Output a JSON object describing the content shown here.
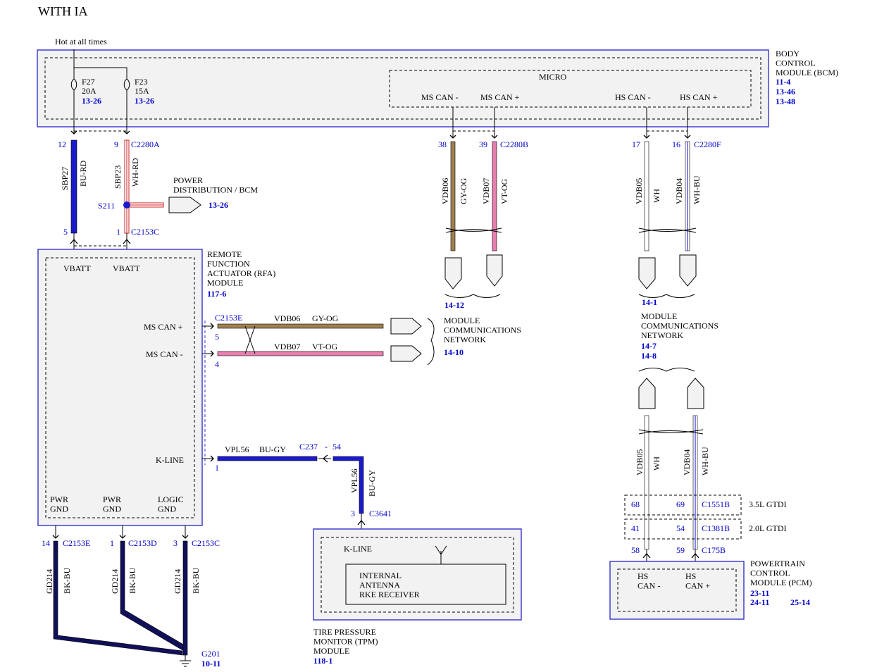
{
  "title": "WITH IA",
  "hot_label": "Hot at all times",
  "bcm": {
    "name": "BODY\nCONTROL\nMODULE (BCM)",
    "refs": [
      "11-4",
      "13-46",
      "13-48"
    ],
    "micro": "MICRO",
    "pins": {
      "ms_can_minus": "MS CAN -",
      "ms_can_plus": "MS CAN +",
      "hs_can_minus": "HS CAN -",
      "hs_can_plus": "HS CAN +"
    },
    "fuses": [
      {
        "id": "F27",
        "rating": "20A",
        "ref": "13-26"
      },
      {
        "id": "F23",
        "rating": "15A",
        "ref": "13-26"
      }
    ]
  },
  "connectors": {
    "c2280a": "C2280A",
    "c2280b": "C2280B",
    "c2280f": "C2280F",
    "c2153c": "C2153C",
    "c2153e": "C2153E",
    "c2153d": "C2153D",
    "c237": "C237",
    "c3641": "C3641",
    "c1551b": "C1551B",
    "c1381b": "C1381B",
    "c175b": "C175B"
  },
  "pins": {
    "p12": "12",
    "p9": "9",
    "p5": "5",
    "p1": "1",
    "p38": "38",
    "p39": "39",
    "p17": "17",
    "p16": "16",
    "pe5": "5",
    "pe4": "4",
    "pk1": "1",
    "p54": "54",
    "pdash": "-",
    "p3": "3",
    "p14": "14",
    "pd1": "1",
    "pc3": "3",
    "p68": "68",
    "p69": "69",
    "p41": "41",
    "p54b": "54",
    "p58": "58",
    "p59": "59"
  },
  "wires": {
    "sbp27": "SBP27",
    "bu_rd": "BU-RD",
    "sbp23": "SBP23",
    "wh_rd": "WH-RD",
    "vdb06": "VDB06",
    "gy_og": "GY-OG",
    "vdb07": "VDB07",
    "vt_og": "VT-OG",
    "vdb05": "VDB05",
    "wh": "WH",
    "vdb04": "VDB04",
    "wh_bu": "WH-BU",
    "vpl56": "VPL56",
    "bu_gy": "BU-GY",
    "gd214": "GD214",
    "bk_bu": "BK-BU"
  },
  "splice": {
    "id": "S211",
    "label": "POWER\nDISTRIBUTION / BCM",
    "ref": "13-26"
  },
  "rfa": {
    "name": "REMOTE\nFUNCTION\nACTUATOR (RFA)\nMODULE",
    "ref": "117-6",
    "vbatt": "VBATT",
    "ms_can_plus": "MS CAN +",
    "ms_can_minus": "MS CAN -",
    "k_line": "K-LINE",
    "pwr_gnd": "PWR\nGND",
    "logic_gnd": "LOGIC\nGND"
  },
  "network": {
    "label": "MODULE\nCOMMUNICATIONS\nNETWORK",
    "ref_top_ms": "14-12",
    "ref_top_hs": "14-1",
    "ref_mid": "14-10",
    "refs_hs": [
      "14-7",
      "14-8"
    ]
  },
  "tpm": {
    "name": "TIRE PRESSURE\nMONITOR (TPM)\nMODULE",
    "ref": "118-1",
    "k_line": "K-LINE",
    "receiver": "INTERNAL\nANTENNA\nRKE RECEIVER"
  },
  "pcm": {
    "name": "POWERTRAIN\nCONTROL\nMODULE (PCM)",
    "refs": [
      "23-11",
      "24-11",
      "25-14"
    ],
    "hs_can_minus": "HS\nCAN -",
    "hs_can_plus": "HS\nCAN +"
  },
  "engines": {
    "e35": "3.5L GTDI",
    "e20": "2.0L GTDI"
  },
  "ground": {
    "id": "G201",
    "ref": "10-11"
  },
  "colors": {
    "blue_wire": "#1a1acc",
    "red_stripe": "#cc2222",
    "tan": "#a08050",
    "pink": "#e87fb0",
    "navy": "#10105a",
    "wh_bu_stripe": "#5a5aee",
    "module_border": "#3333cc",
    "module_fill": "#f2f2f2"
  }
}
